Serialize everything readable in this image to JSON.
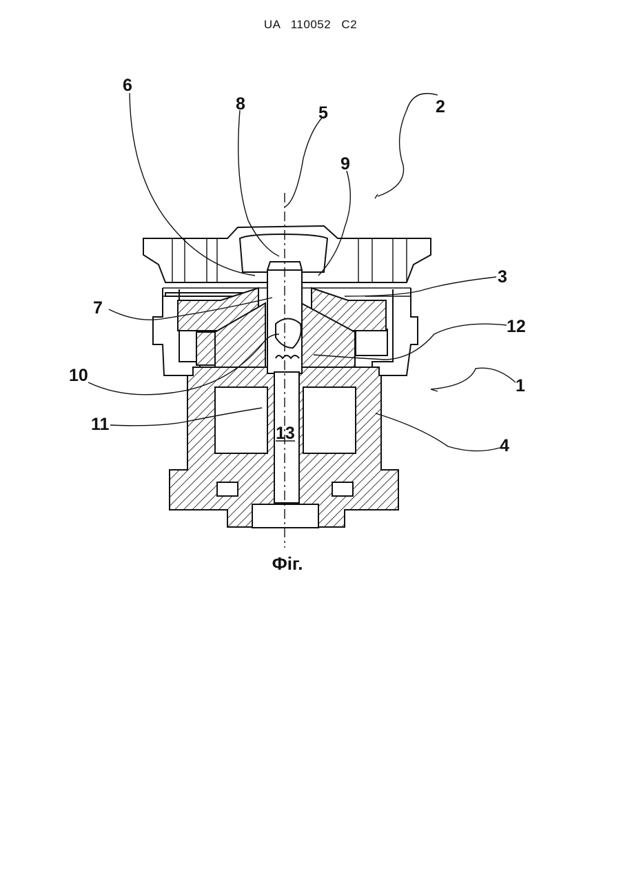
{
  "document": {
    "header": "UA 110052 C2",
    "caption": "Фіг."
  },
  "labels": {
    "l1": "1",
    "l2": "2",
    "l3": "3",
    "l4": "4",
    "l5": "5",
    "l6": "6",
    "l7": "7",
    "l8": "8",
    "l9": "9",
    "l10": "10",
    "l11": "11",
    "l12": "12",
    "l13": "13"
  }
}
